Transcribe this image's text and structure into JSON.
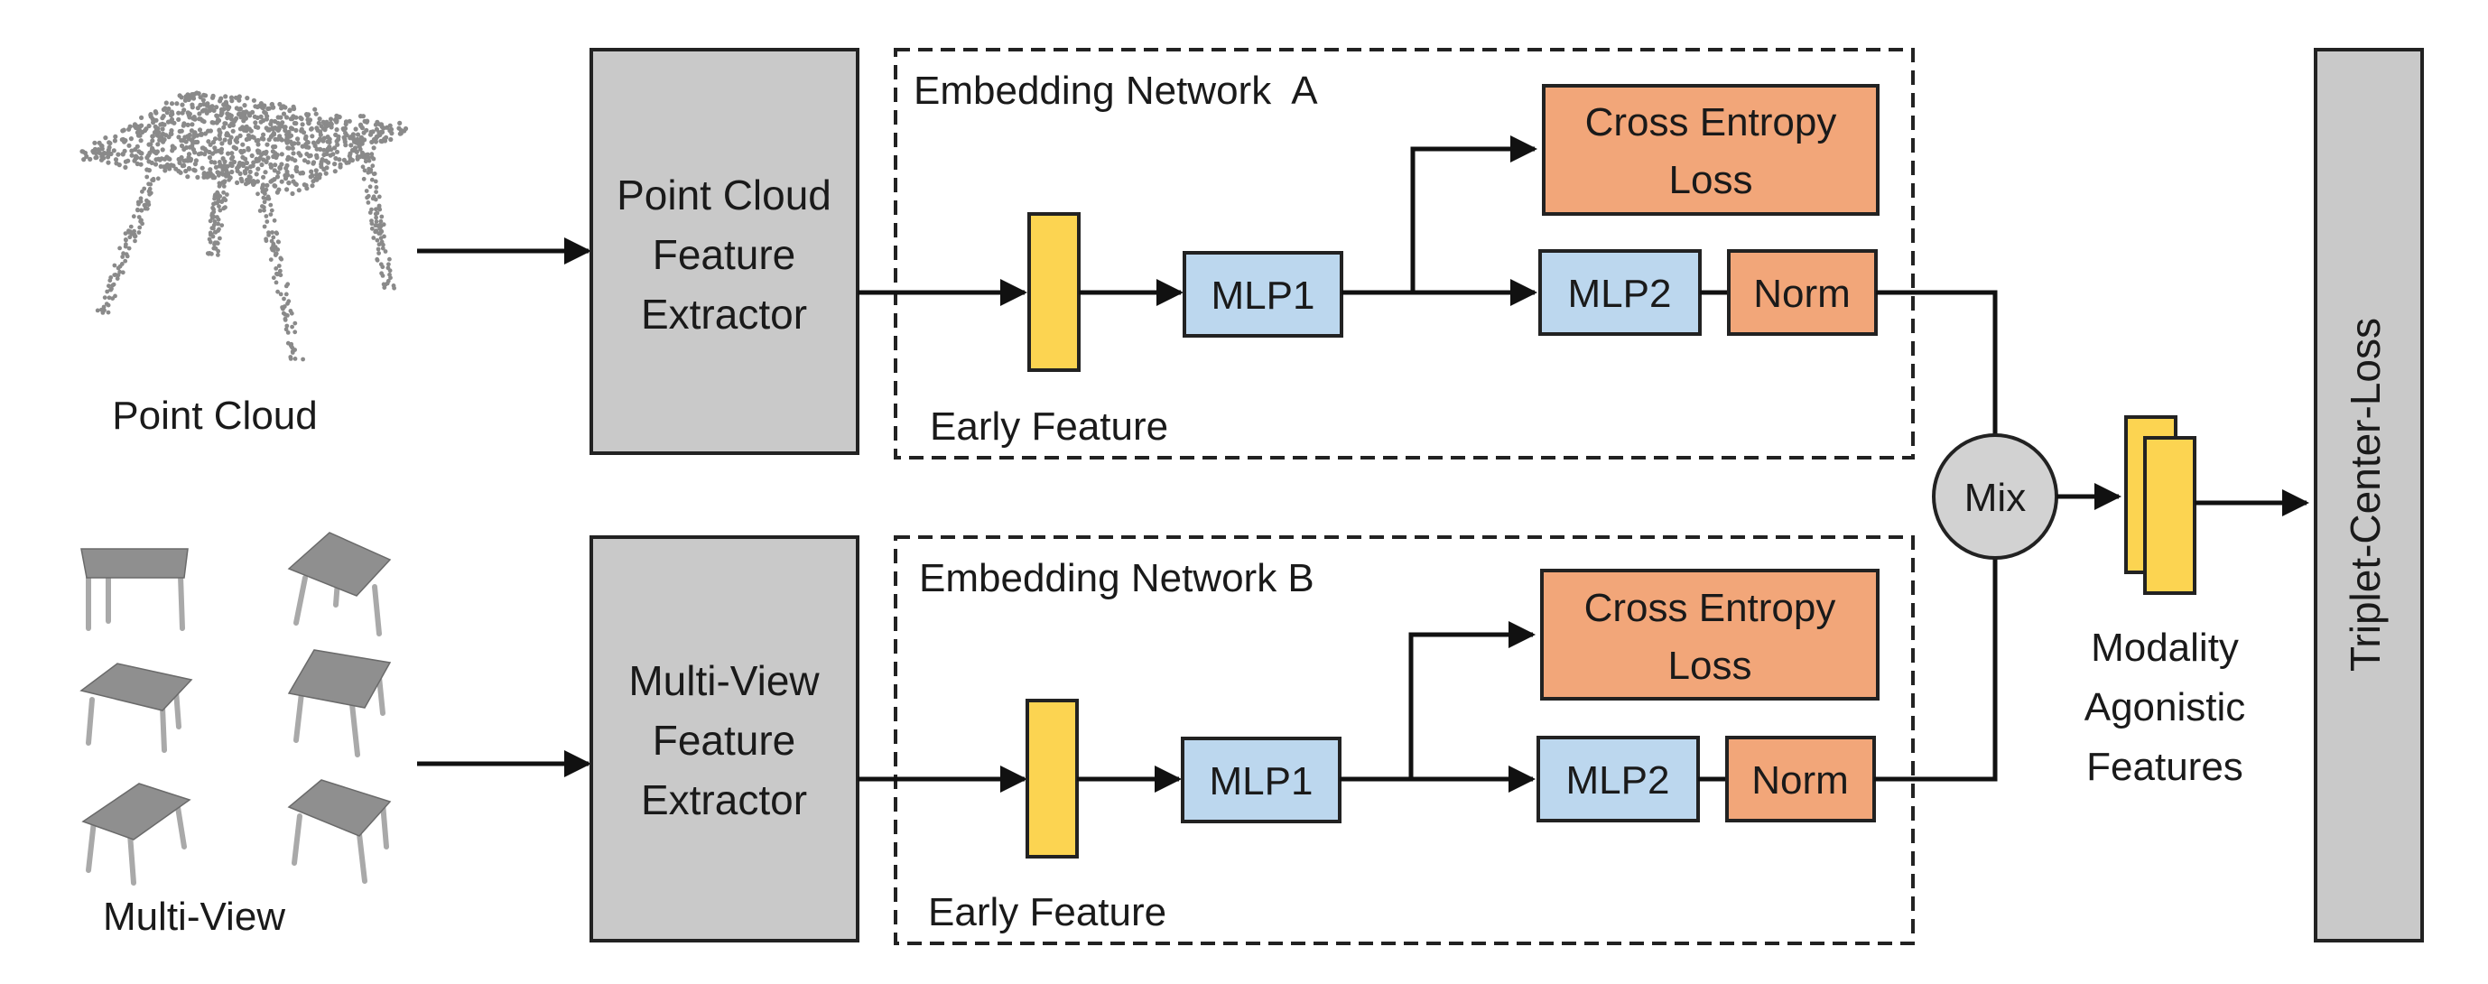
{
  "inputs": {
    "point_cloud_label": "Point Cloud",
    "multi_view_label": "Multi-View"
  },
  "extractors": {
    "point_cloud": [
      "Point Cloud",
      "Feature",
      "Extractor"
    ],
    "multi_view": [
      "Multi-View",
      "Feature",
      "Extractor"
    ]
  },
  "network_a": {
    "title": "Embedding Network  A",
    "early_feature": "Early Feature",
    "mlp1": "MLP1",
    "mlp2": "MLP2",
    "norm": "Norm",
    "loss": [
      "Cross Entropy",
      "Loss"
    ]
  },
  "network_b": {
    "title": "Embedding Network B",
    "early_feature": "Early Feature",
    "mlp1": "MLP1",
    "mlp2": "MLP2",
    "norm": "Norm",
    "loss": [
      "Cross Entropy",
      "Loss"
    ]
  },
  "mix": "Mix",
  "modality_features": [
    "Modality",
    "Agonistic",
    "Features"
  ],
  "triplet_loss": "Triplet-Center-Loss",
  "colors": {
    "gray_box": "#c9c9c9",
    "blue_box": "#bcd7ee",
    "orange_box": "#f2a679",
    "yellow_box": "#fcd451"
  }
}
